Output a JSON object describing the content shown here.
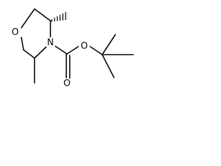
{
  "molecule": {
    "atoms": {
      "O1": "O",
      "N": "N",
      "O2": "O",
      "O3": "O"
    }
  }
}
